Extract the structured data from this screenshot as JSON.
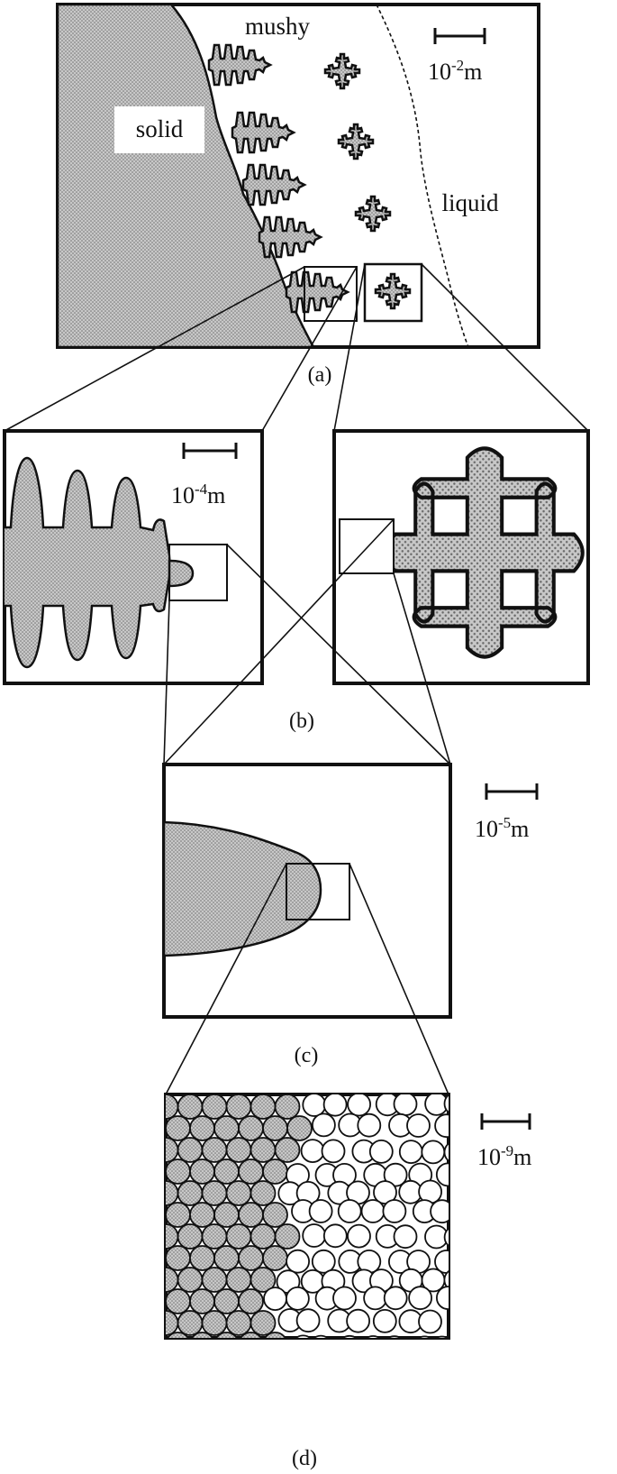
{
  "panel_a": {
    "caption": "(a)",
    "region_solid": "solid",
    "region_mushy": "mushy",
    "region_liquid": "liquid",
    "scale_base": "10",
    "scale_exp": "-2",
    "scale_unit": "m"
  },
  "panel_b": {
    "caption": "(b)",
    "scale_base": "10",
    "scale_exp": "-4",
    "scale_unit": "m"
  },
  "panel_c": {
    "caption": "(c)",
    "scale_base": "10",
    "scale_exp": "-5",
    "scale_unit": "m"
  },
  "panel_d": {
    "caption": "(d)",
    "scale_base": "10",
    "scale_exp": "-9",
    "scale_unit": "m"
  }
}
